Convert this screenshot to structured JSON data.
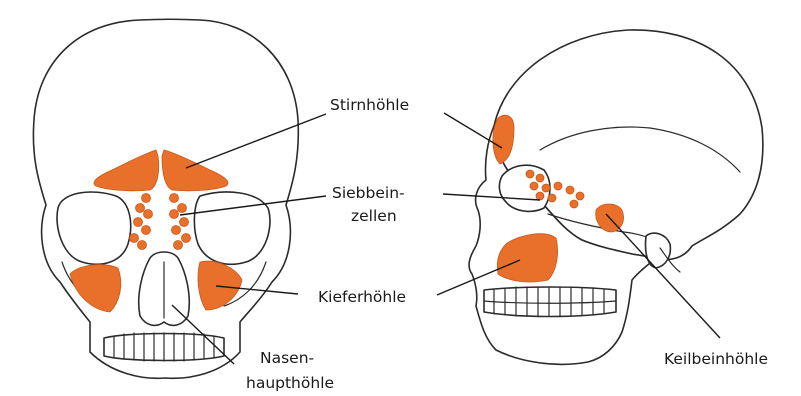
{
  "labels": {
    "stirnhoehle": "Stirnhöhle",
    "siebbein_line1": "Siebbein-",
    "siebbein_line2": "zellen",
    "kieferhoehle": "Kieferhöhle",
    "nasen_line1": "Nasen-",
    "nasen_line2": "haupthöhle",
    "keilbeinhoehle": "Keilbeinhöhle"
  },
  "colors": {
    "sinus": "#e8702a",
    "outline": "#2b2b2b"
  }
}
